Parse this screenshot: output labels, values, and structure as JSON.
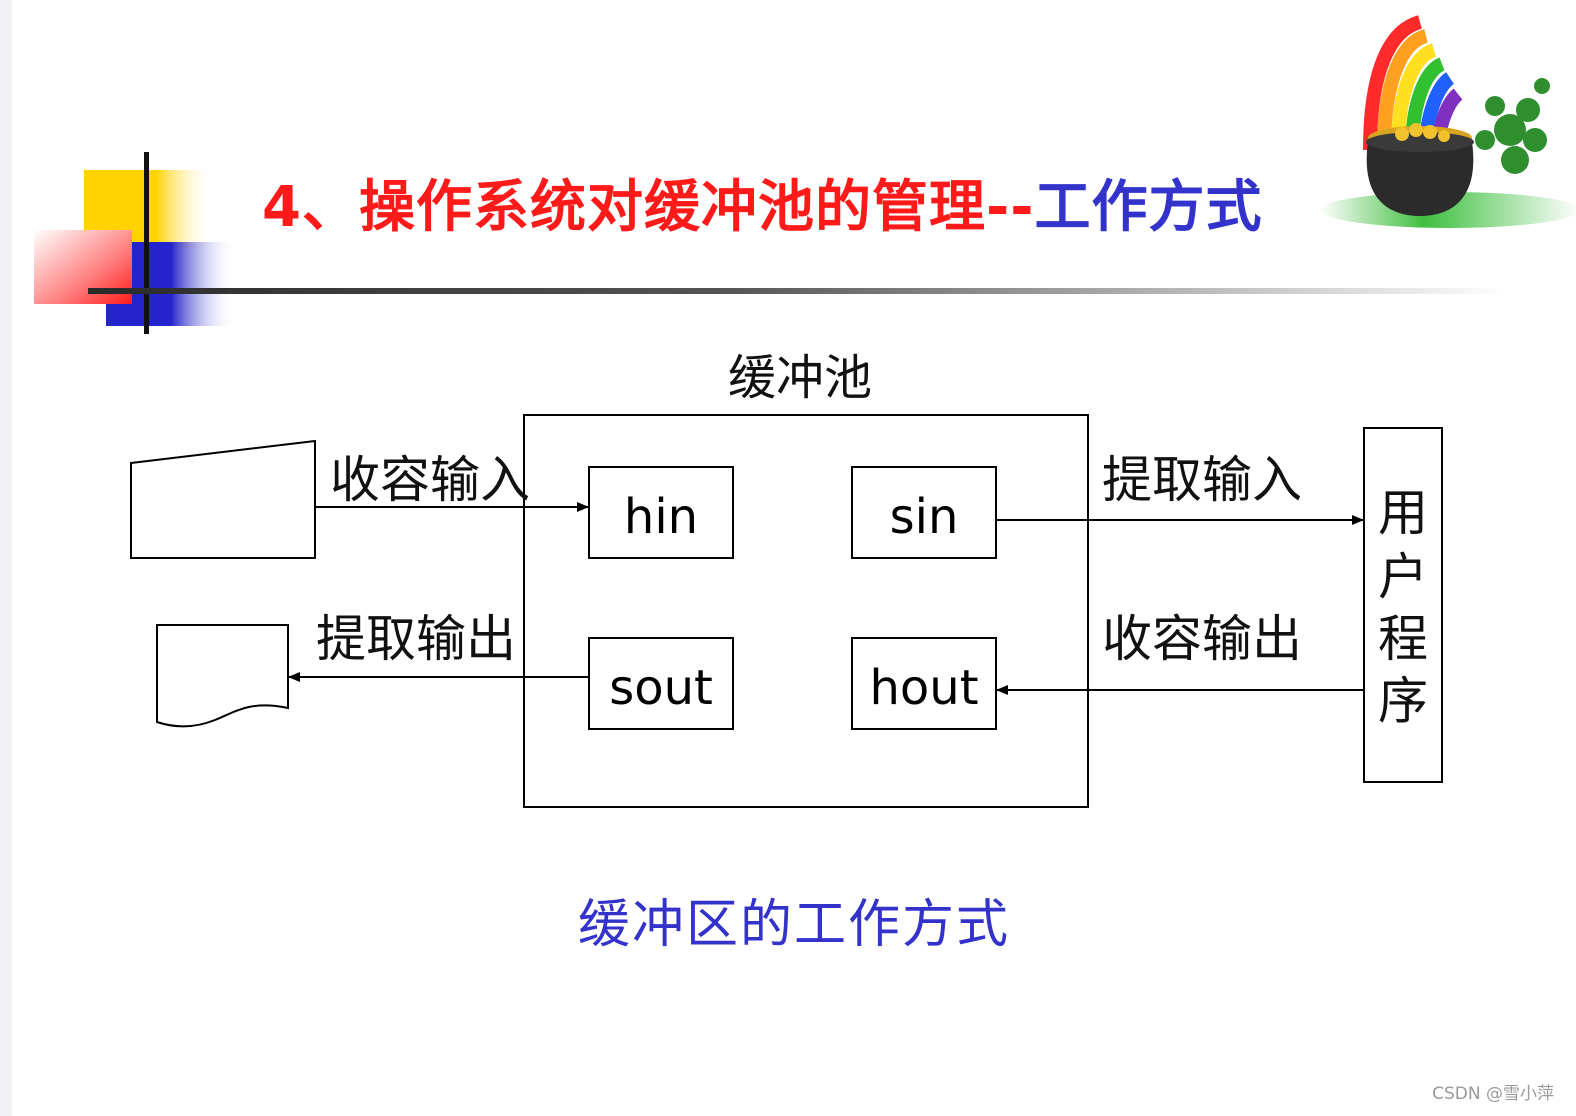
{
  "slide": {
    "title_red": "4、操作系统对缓冲池的管理--",
    "title_blue": "工作方式",
    "caption": "缓冲区的工作方式",
    "watermark": "CSDN @雪小萍",
    "accent_red": "#ff1a1a",
    "accent_blue": "#3333cc"
  },
  "diagram": {
    "pool_label": "缓冲池",
    "buffers": {
      "hin": "hin",
      "sin": "sin",
      "sout": "sout",
      "hout": "hout"
    },
    "arrows": {
      "collect_input": "收容输入",
      "extract_output": "提取输出",
      "extract_input": "提取输入",
      "collect_output": "收容输出"
    },
    "user_program": [
      "用",
      "户",
      "程",
      "序"
    ]
  },
  "decorations": {
    "corner_icon": "overlapping-squares-logo",
    "clipart_icon": "rainbow-pot-of-gold-icon"
  }
}
